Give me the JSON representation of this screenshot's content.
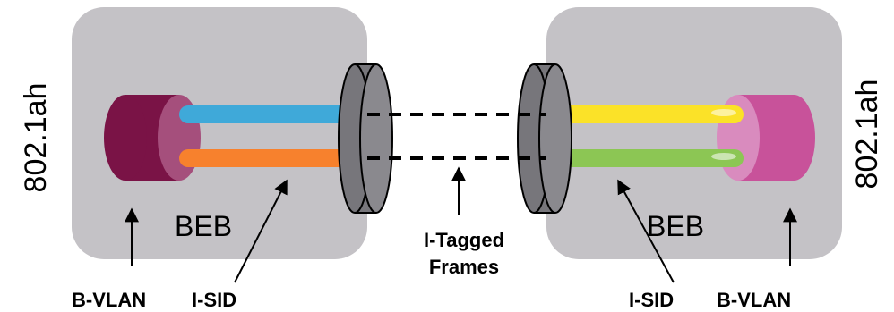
{
  "side_label_left": "802.1ah",
  "side_label_right": "802.1ah",
  "left_node": {
    "name": "BEB",
    "b_vlan_label": "B-VLAN",
    "i_sid_label": "I-SID"
  },
  "right_node": {
    "name": "BEB",
    "b_vlan_label": "B-VLAN",
    "i_sid_label": "I-SID"
  },
  "link_label_line1": "I-Tagged",
  "link_label_line2": "Frames",
  "colors": {
    "box_fill": "#c4c2c6",
    "left_bvlan": "#7a1346",
    "right_bvlan": "#c8529a",
    "left_upper_isid": "#3fa9d9",
    "left_lower_isid": "#f7812d",
    "right_upper_isid": "#fbe228",
    "right_lower_isid": "#8cc654",
    "port_ring": "#77767b"
  }
}
